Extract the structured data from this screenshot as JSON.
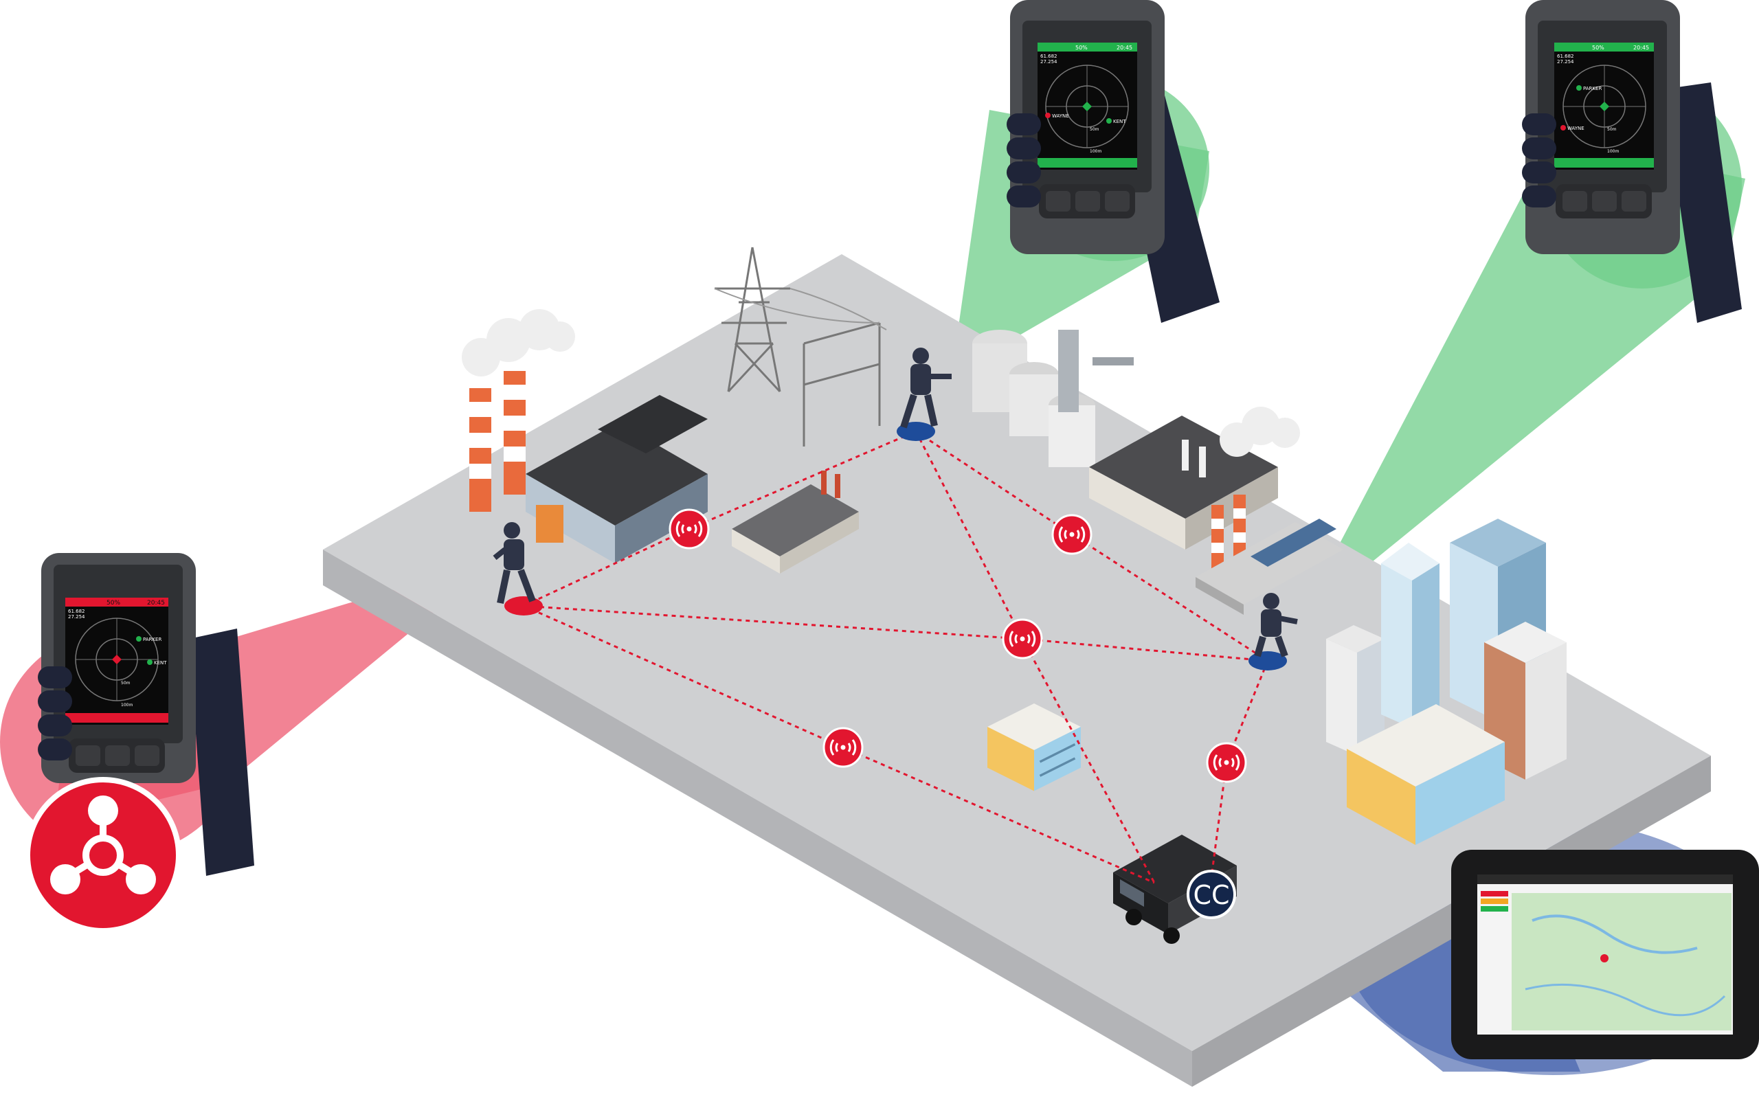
{
  "devices": {
    "left": {
      "coords_line1": "61.682",
      "coords_line2": "27.254",
      "battery": "50%",
      "time": "20:45",
      "contacts": [
        "PARKER",
        "KENT"
      ],
      "ring_inner": "50m",
      "ring_outer": "100m",
      "status_color": "#e2162f"
    },
    "top_middle": {
      "coords_line1": "61.682",
      "coords_line2": "27.254",
      "battery": "50%",
      "time": "20:45",
      "contacts": [
        "WAYNE",
        "KENT"
      ],
      "ring_inner": "50m",
      "ring_outer": "100m",
      "status_color": "#22b24c"
    },
    "top_right": {
      "coords_line1": "61.682",
      "coords_line2": "27.254",
      "battery": "50%",
      "time": "20:45",
      "contacts": [
        "PARKER",
        "WAYNE"
      ],
      "ring_inner": "50m",
      "ring_outer": "100m",
      "status_color": "#22b24c"
    }
  },
  "command_center": {
    "badge": "CC"
  },
  "colors": {
    "link": "#e2162f",
    "node_red": "#e2162f",
    "node_blue": "#1e4c9a",
    "beam_red": "#ee5a70",
    "beam_green": "#6fcd8a",
    "beam_blue": "#3b5aa8",
    "ground": "#cfd0d2",
    "ground_side": "#b3b4b7"
  },
  "icons": [
    "chemical-hazard-icon",
    "radio-wave-icon",
    "tower-icon",
    "smoke-icon"
  ]
}
